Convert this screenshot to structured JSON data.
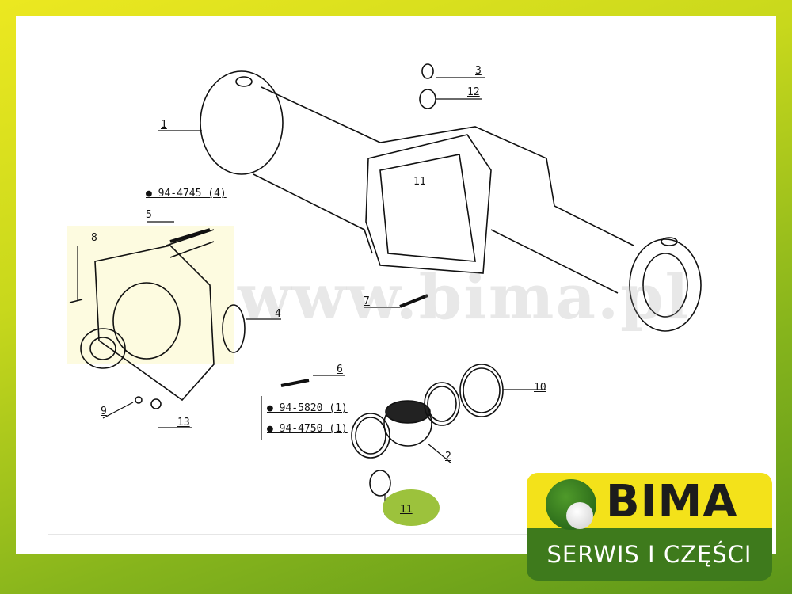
{
  "watermark": "www.bima.pl",
  "callouts": {
    "c1": "1",
    "c2": "2",
    "c3": "3",
    "c4": "4",
    "c5": "5",
    "c6": "6",
    "c7": "7",
    "c8": "8",
    "c9": "9",
    "c10": "10",
    "c11": "11",
    "c11_inner": "11",
    "c12": "12",
    "c13": "13"
  },
  "part_refs": {
    "ref_4745": "● 94-4745 (4)",
    "ref_5820": "● 94-5820 (1)",
    "ref_4750": "● 94-4750 (1)"
  },
  "logo": {
    "name": "BIMA",
    "tagline": "SERWIS I CZĘŚCI",
    "colors": {
      "yellow": "#f3e21a",
      "green": "#3e7a1c"
    }
  }
}
